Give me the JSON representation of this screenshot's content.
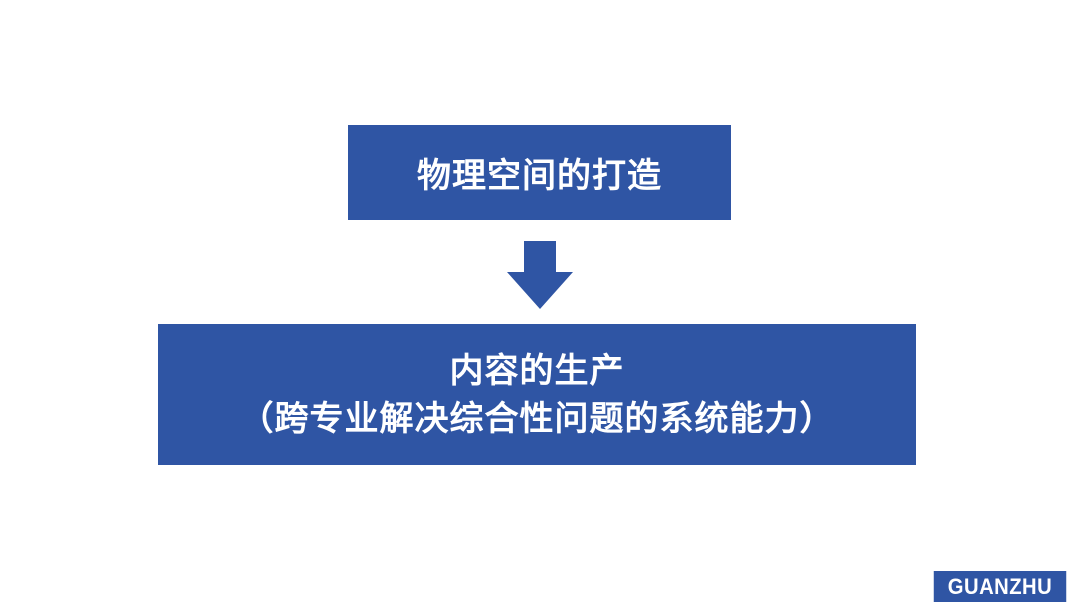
{
  "diagram": {
    "top_box": {
      "label": "物理空间的打造"
    },
    "bottom_box": {
      "line1": "内容的生产",
      "line2": "（跨专业解决综合性问题的系统能力）"
    },
    "arrow": {
      "icon": "arrow-down-icon",
      "color": "#2f55a4"
    },
    "box_color": "#2f55a4",
    "text_color": "#ffffff"
  },
  "logo": {
    "text": "GUANZHU",
    "color": "#2f55a4"
  }
}
